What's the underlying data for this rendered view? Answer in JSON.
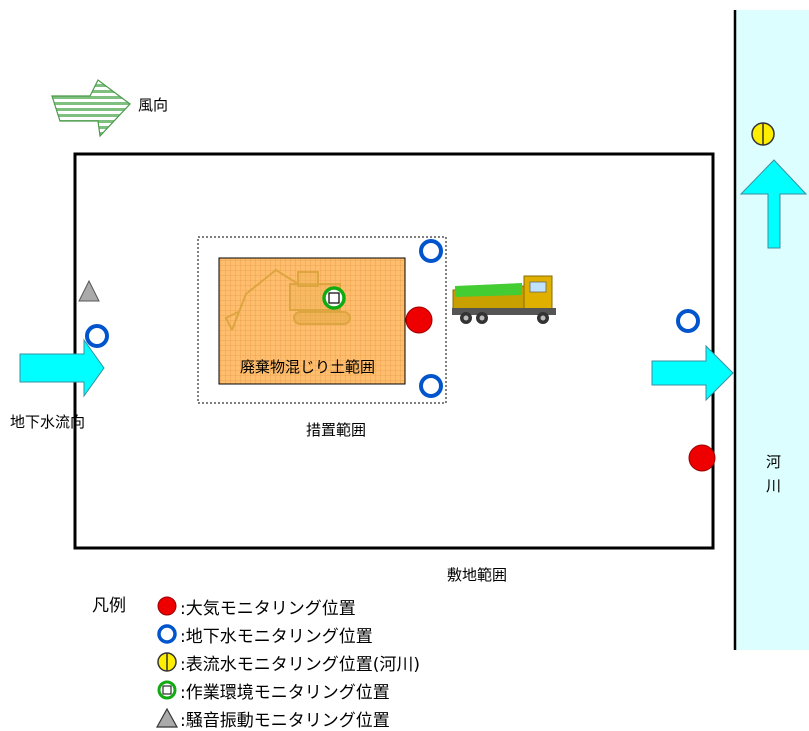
{
  "labels": {
    "wind_direction": "風向",
    "groundwater_flow": "地下水流向",
    "waste_soil_area": "廃棄物混じり土範囲",
    "measure_area": "措置範囲",
    "site_area": "敷地範囲",
    "river": "河川"
  },
  "legend": {
    "title": "凡例",
    "items": [
      {
        "symbol": "red-circle",
        "label": ":大気モニタリング位置"
      },
      {
        "symbol": "blue-ring",
        "label": ":地下水モニタリング位置"
      },
      {
        "symbol": "yellow-split-circle",
        "label": ":表流水モニタリング位置(河川)"
      },
      {
        "symbol": "green-ring-square",
        "label": ":作業環境モニタリング位置"
      },
      {
        "symbol": "gray-triangle",
        "label": ":騒音振動モニタリング位置"
      }
    ]
  },
  "colors": {
    "air": "#ee0000",
    "groundwater": "#0055cc",
    "surface_water": "#ffee00",
    "work_env": "#11aa11",
    "noise": "#aaaaaa",
    "arrow_cyan": "#00ffff",
    "river_fill": "#ddfefe",
    "waste_fill": "#ffbb66"
  }
}
